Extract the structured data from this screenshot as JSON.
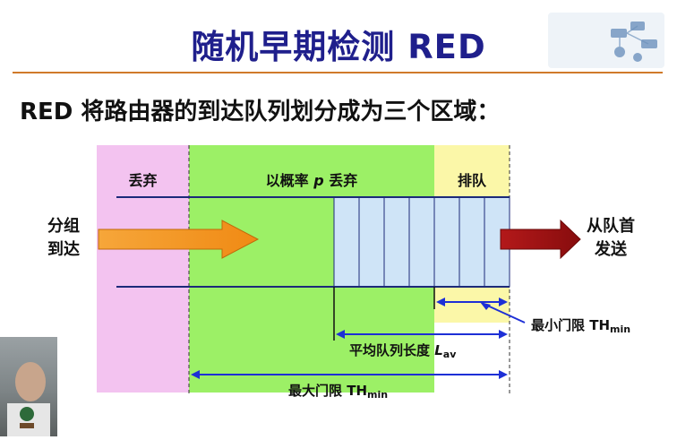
{
  "slide": {
    "title": "随机早期检测 RED",
    "subtitle": "RED 将路由器的到达队列划分成为三个区域："
  },
  "regions": {
    "drop": "丢弃",
    "prob_drop_prefix": "以概率",
    "prob_drop_var": "p",
    "prob_drop_suffix": "丢弃",
    "queue": "排队"
  },
  "labels": {
    "arrive_line1": "分组",
    "arrive_line2": "到达",
    "send_line1": "从队首",
    "send_line2": "发送"
  },
  "thresholds": {
    "min_text": "最小门限 TH",
    "min_sub": "min",
    "avg_text": "平均队列长度 ",
    "avg_var": "L",
    "avg_sub": "av",
    "max_text": "最大门限 TH",
    "max_sub": "min"
  },
  "colors": {
    "title": "#1f1f8c",
    "drop_region": "#f3c3f0",
    "prob_region": "#9cf066",
    "queue_region": "#fbf7a8",
    "queue_cell": "#cfe4f7",
    "arrow_in": "#f08a14",
    "arrow_out": "#9b0f10",
    "measure_arrow": "#1d2fd6"
  }
}
